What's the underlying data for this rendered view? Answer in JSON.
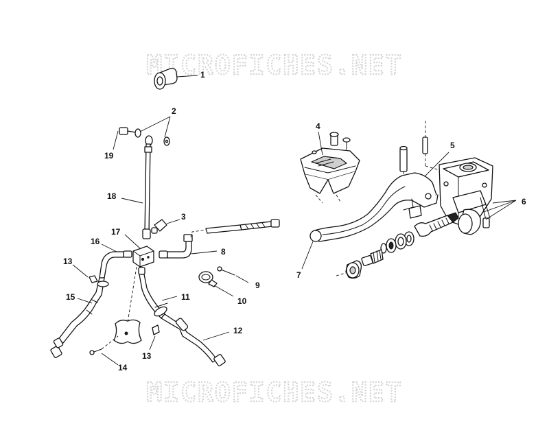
{
  "watermark": {
    "top": "MICROFICHES.NET",
    "bottom": "MICROFICHES.NET"
  },
  "callouts": {
    "c1": "1",
    "c2": "2",
    "c3": "3",
    "c4": "4",
    "c5": "5",
    "c6": "6",
    "c7": "7",
    "c8": "8",
    "c9": "9",
    "c10": "10",
    "c11": "11",
    "c12": "12",
    "c13a": "13",
    "c13b": "13",
    "c14": "14",
    "c15": "15",
    "c16": "16",
    "c17": "17",
    "c18": "18",
    "c19": "19"
  }
}
